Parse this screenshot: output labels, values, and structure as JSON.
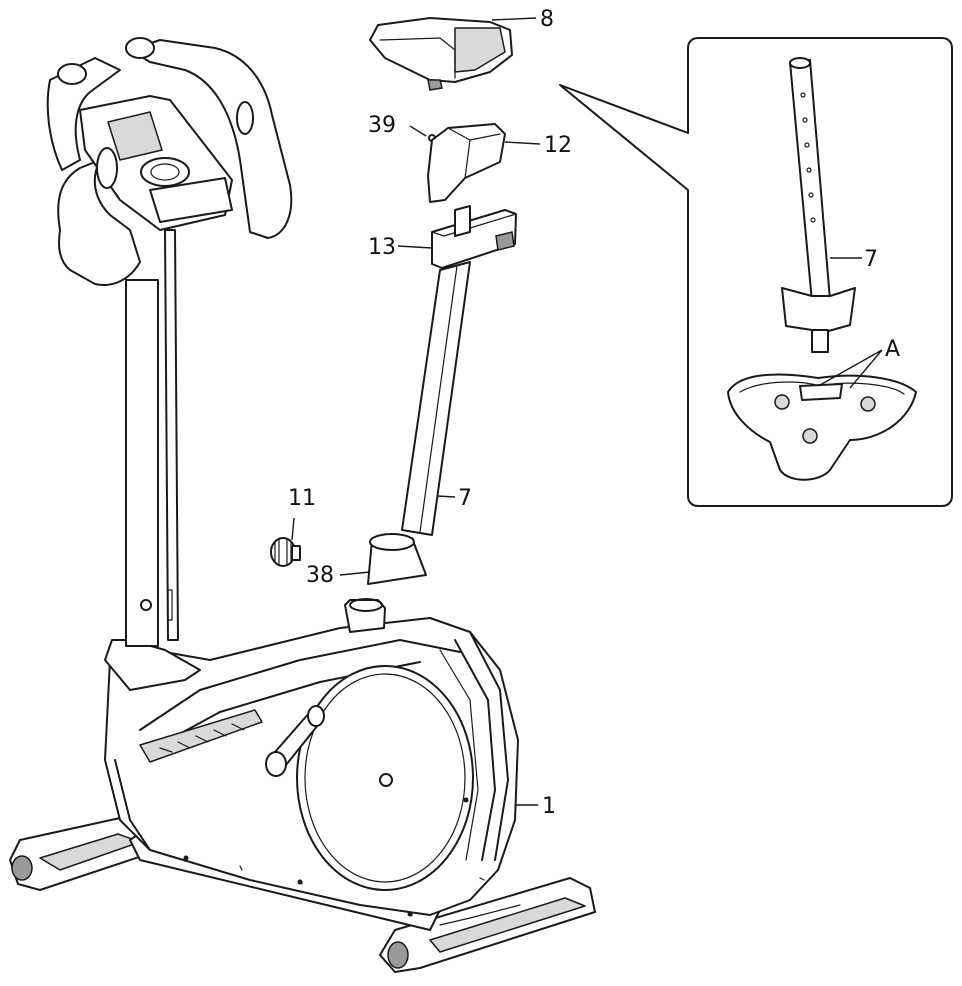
{
  "callouts": {
    "seat": "8",
    "screw": "39",
    "seat_slider_cover": "12",
    "seat_slider": "13",
    "seat_post": "7",
    "knob": "11",
    "bushing": "38",
    "frame": "1",
    "inset_seat_post": "7",
    "inset_detail": "A"
  },
  "colors": {
    "line": "#1a1a1a",
    "shade": "#d9d9d9",
    "background": "#ffffff"
  }
}
